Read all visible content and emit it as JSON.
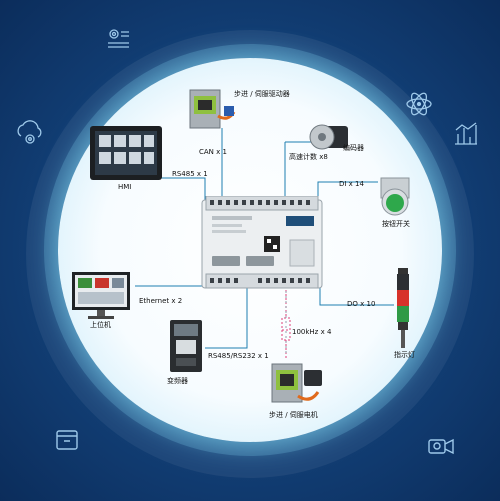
{
  "labels": {
    "stepper_driver": "步进 / 伺服驱动器",
    "can": "CAN x 1",
    "hmi": "HMI",
    "rs485_1": "RS485 x 1",
    "high_speed_count": "高速计数 x8",
    "encoder": "编码器",
    "di": "DI x 14",
    "button_switch": "按钮开关",
    "ethernet": "Ethernet x 2",
    "upper_computer": "上位机",
    "do": "DO x 10",
    "pulse": "100kHz x 4",
    "rs485_rs232": "RS485/RS232 x 1",
    "inverter": "变频器",
    "indicator_light": "指示灯",
    "stepper_motor": "步进 / 伺服电机"
  },
  "colors": {
    "background": "#123f76",
    "line": "#1e7fb0",
    "dashed_line": "#e0407a"
  },
  "icons": [
    "gear-list-icon",
    "atom-icon",
    "cloud-gear-icon",
    "chart-icon",
    "box-icon",
    "camera-icon"
  ]
}
